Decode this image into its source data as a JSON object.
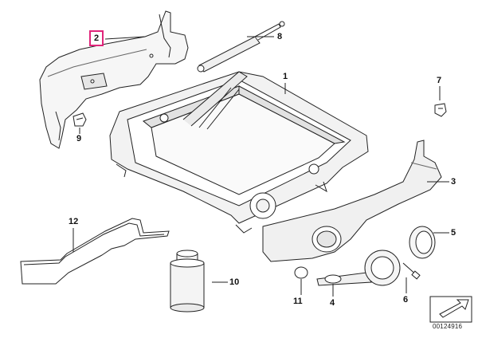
{
  "callouts": {
    "c1": "1",
    "c2": "2",
    "c3": "3",
    "c4": "4",
    "c5": "5",
    "c6": "6",
    "c7": "7",
    "c8": "8",
    "c9": "9",
    "c10": "10",
    "c11": "11",
    "c12": "12"
  },
  "reference_number": "00124916",
  "colors": {
    "highlight": "#e0247a",
    "line": "#222222",
    "shade": "#d9d9d9",
    "fill": "#f4f4f4"
  },
  "icons": {
    "navigation": "arrow-nav-icon"
  }
}
